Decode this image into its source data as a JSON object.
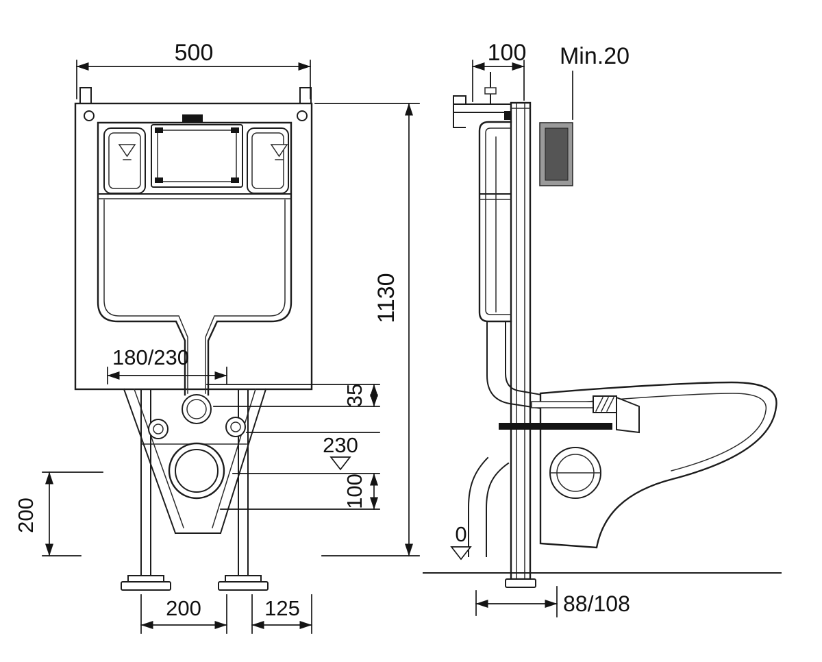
{
  "front_view": {
    "dim_width": "500",
    "dim_height": "1130",
    "dim_bolt_spacing": "180/230",
    "dim_flush_offset": "35",
    "dim_supply_height": "230",
    "dim_outlet_height": "100",
    "dim_leg_height": "200",
    "dim_foot_span": "200",
    "dim_side_offset": "125"
  },
  "side_view": {
    "dim_depth": "100",
    "dim_min_clearance": "Min.20",
    "dim_floor": "0",
    "dim_outlet_offset": "88/108"
  },
  "style": {
    "line_color": "#1c1c1c",
    "background": "#ffffff",
    "plate_outer_gray": "#9a9a9a",
    "plate_inner_gray": "#555555"
  }
}
